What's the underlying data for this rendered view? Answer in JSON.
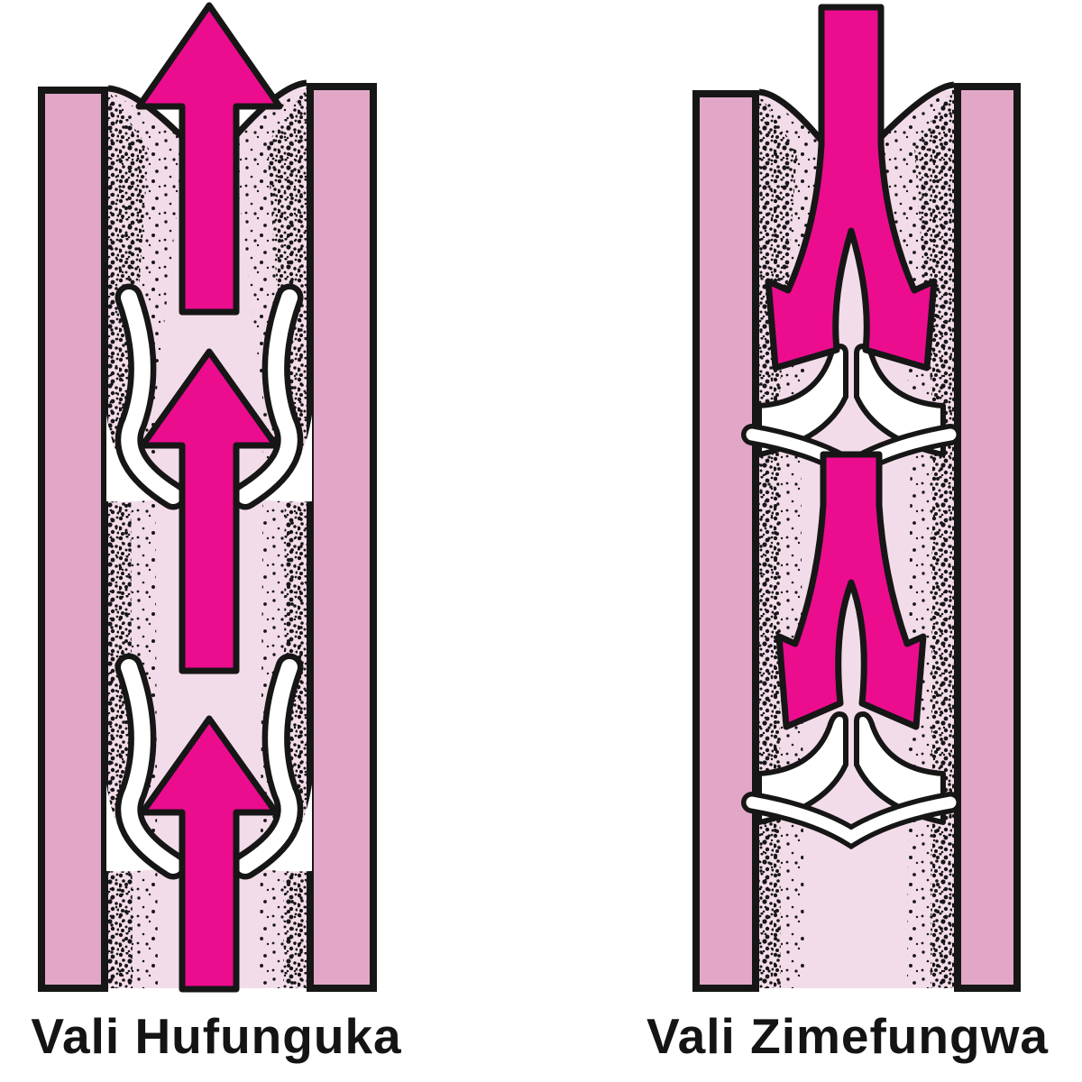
{
  "figure": {
    "type": "anatomy-diagram",
    "subject": "vein-valves-blood-flow",
    "panels": [
      {
        "id": "open",
        "label": "Vali Hufunguka",
        "valve_state": "open",
        "flow_direction": "upward",
        "arrow_icons": [
          "up-flow-arrow",
          "up-flow-arrow",
          "up-flow-arrow"
        ]
      },
      {
        "id": "closed",
        "label": "Vali Zimefungwa",
        "valve_state": "closed",
        "flow_direction": "downward-blocked",
        "arrow_icons": [
          "split-down-arrow",
          "split-down-arrow"
        ]
      }
    ],
    "colors": {
      "vessel_wall": "#E2A7C7",
      "lumen": "#F3DCE9",
      "arrow": "#EC0C8E",
      "outline": "#161616",
      "valve_leaflet": "#FFFFFF",
      "label_text": "#141414",
      "background": "#FFFFFF"
    }
  }
}
